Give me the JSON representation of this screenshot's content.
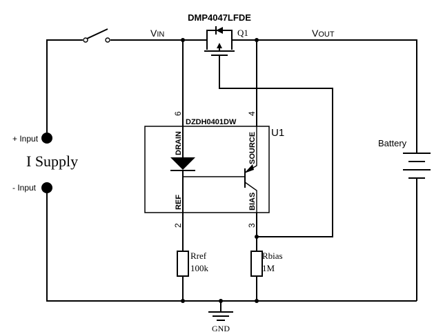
{
  "labels": {
    "part_q1": "DMP4047LFDE",
    "q1": "Q1",
    "vin_v": "V",
    "vin_sub": "IN",
    "vout_v": "V",
    "vout_sub": "OUT",
    "part_u1": "DZDH0401DW",
    "u1": "U1",
    "pin6": "6",
    "pin4": "4",
    "pin2": "2",
    "pin3": "3",
    "drain": "DRAIN",
    "source": "SOURCE",
    "ref": "REF",
    "bias": "BIAS",
    "plus_input": "+ Input",
    "minus_input": "- Input",
    "supply": "I Supply",
    "battery": "Battery",
    "rref_name": "Rref",
    "rref_value": "100k",
    "rbias_name": "Rbias",
    "rbias_value": "1M",
    "gnd": "GND"
  }
}
